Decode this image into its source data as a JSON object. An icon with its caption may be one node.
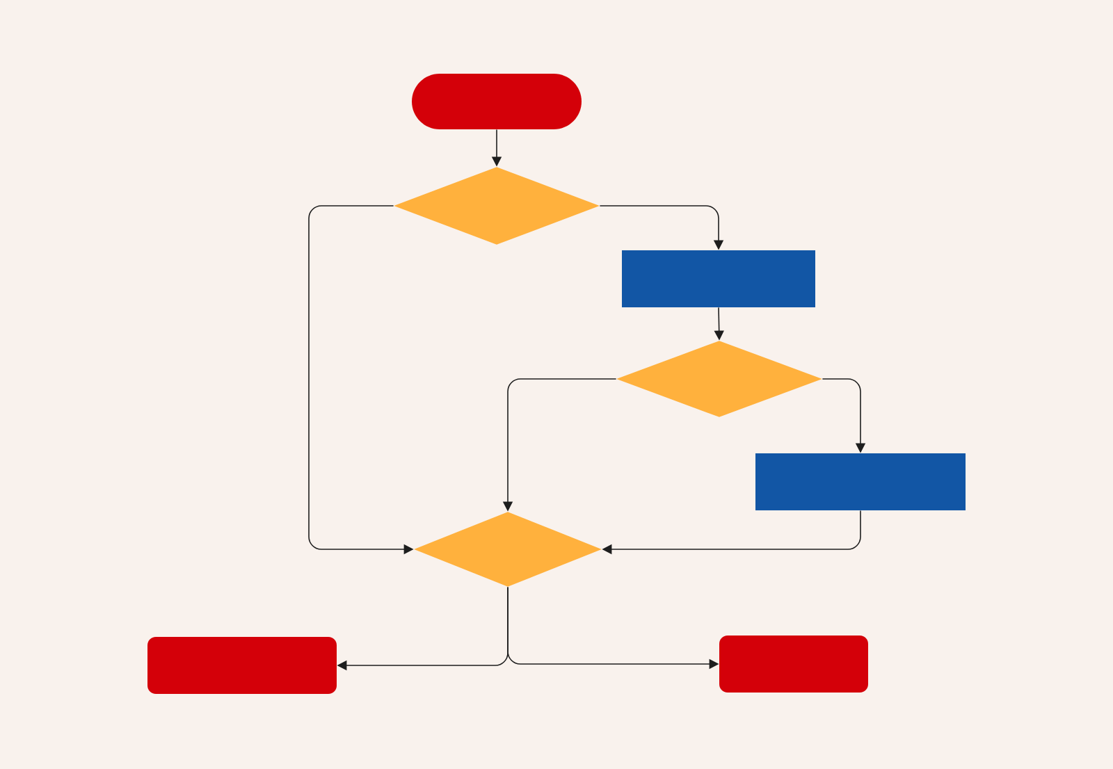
{
  "diagram": {
    "nodes": [
      {
        "text": [],
        "shape": "box"
      },
      {
        "text": [],
        "shape": "diamond"
      },
      {
        "text": [],
        "shape": "box"
      },
      {
        "text": [],
        "shape": "diamond"
      },
      {
        "text": [],
        "shape": "box"
      },
      {
        "text": [],
        "shape": "diamond"
      },
      {
        "text": [],
        "shape": "box"
      },
      {
        "text": [],
        "shape": "box"
      }
    ],
    "edges": [
      {
        "from": 0,
        "to": 1,
        "arrow": "to"
      },
      {
        "from": 1,
        "to": 5,
        "arrow": "to"
      },
      {
        "from": 1,
        "to": 2,
        "arrow": "to"
      },
      {
        "from": 2,
        "to": 3,
        "arrow": "to"
      },
      {
        "from": 3,
        "to": 5,
        "arrow": "to"
      },
      {
        "from": 3,
        "to": 4,
        "arrow": "to"
      },
      {
        "from": 4,
        "to": 5,
        "arrow": "to"
      },
      {
        "from": 5,
        "to": 6,
        "arrow": "to"
      },
      {
        "from": 5,
        "to": 7,
        "arrow": "to"
      }
    ]
  }
}
